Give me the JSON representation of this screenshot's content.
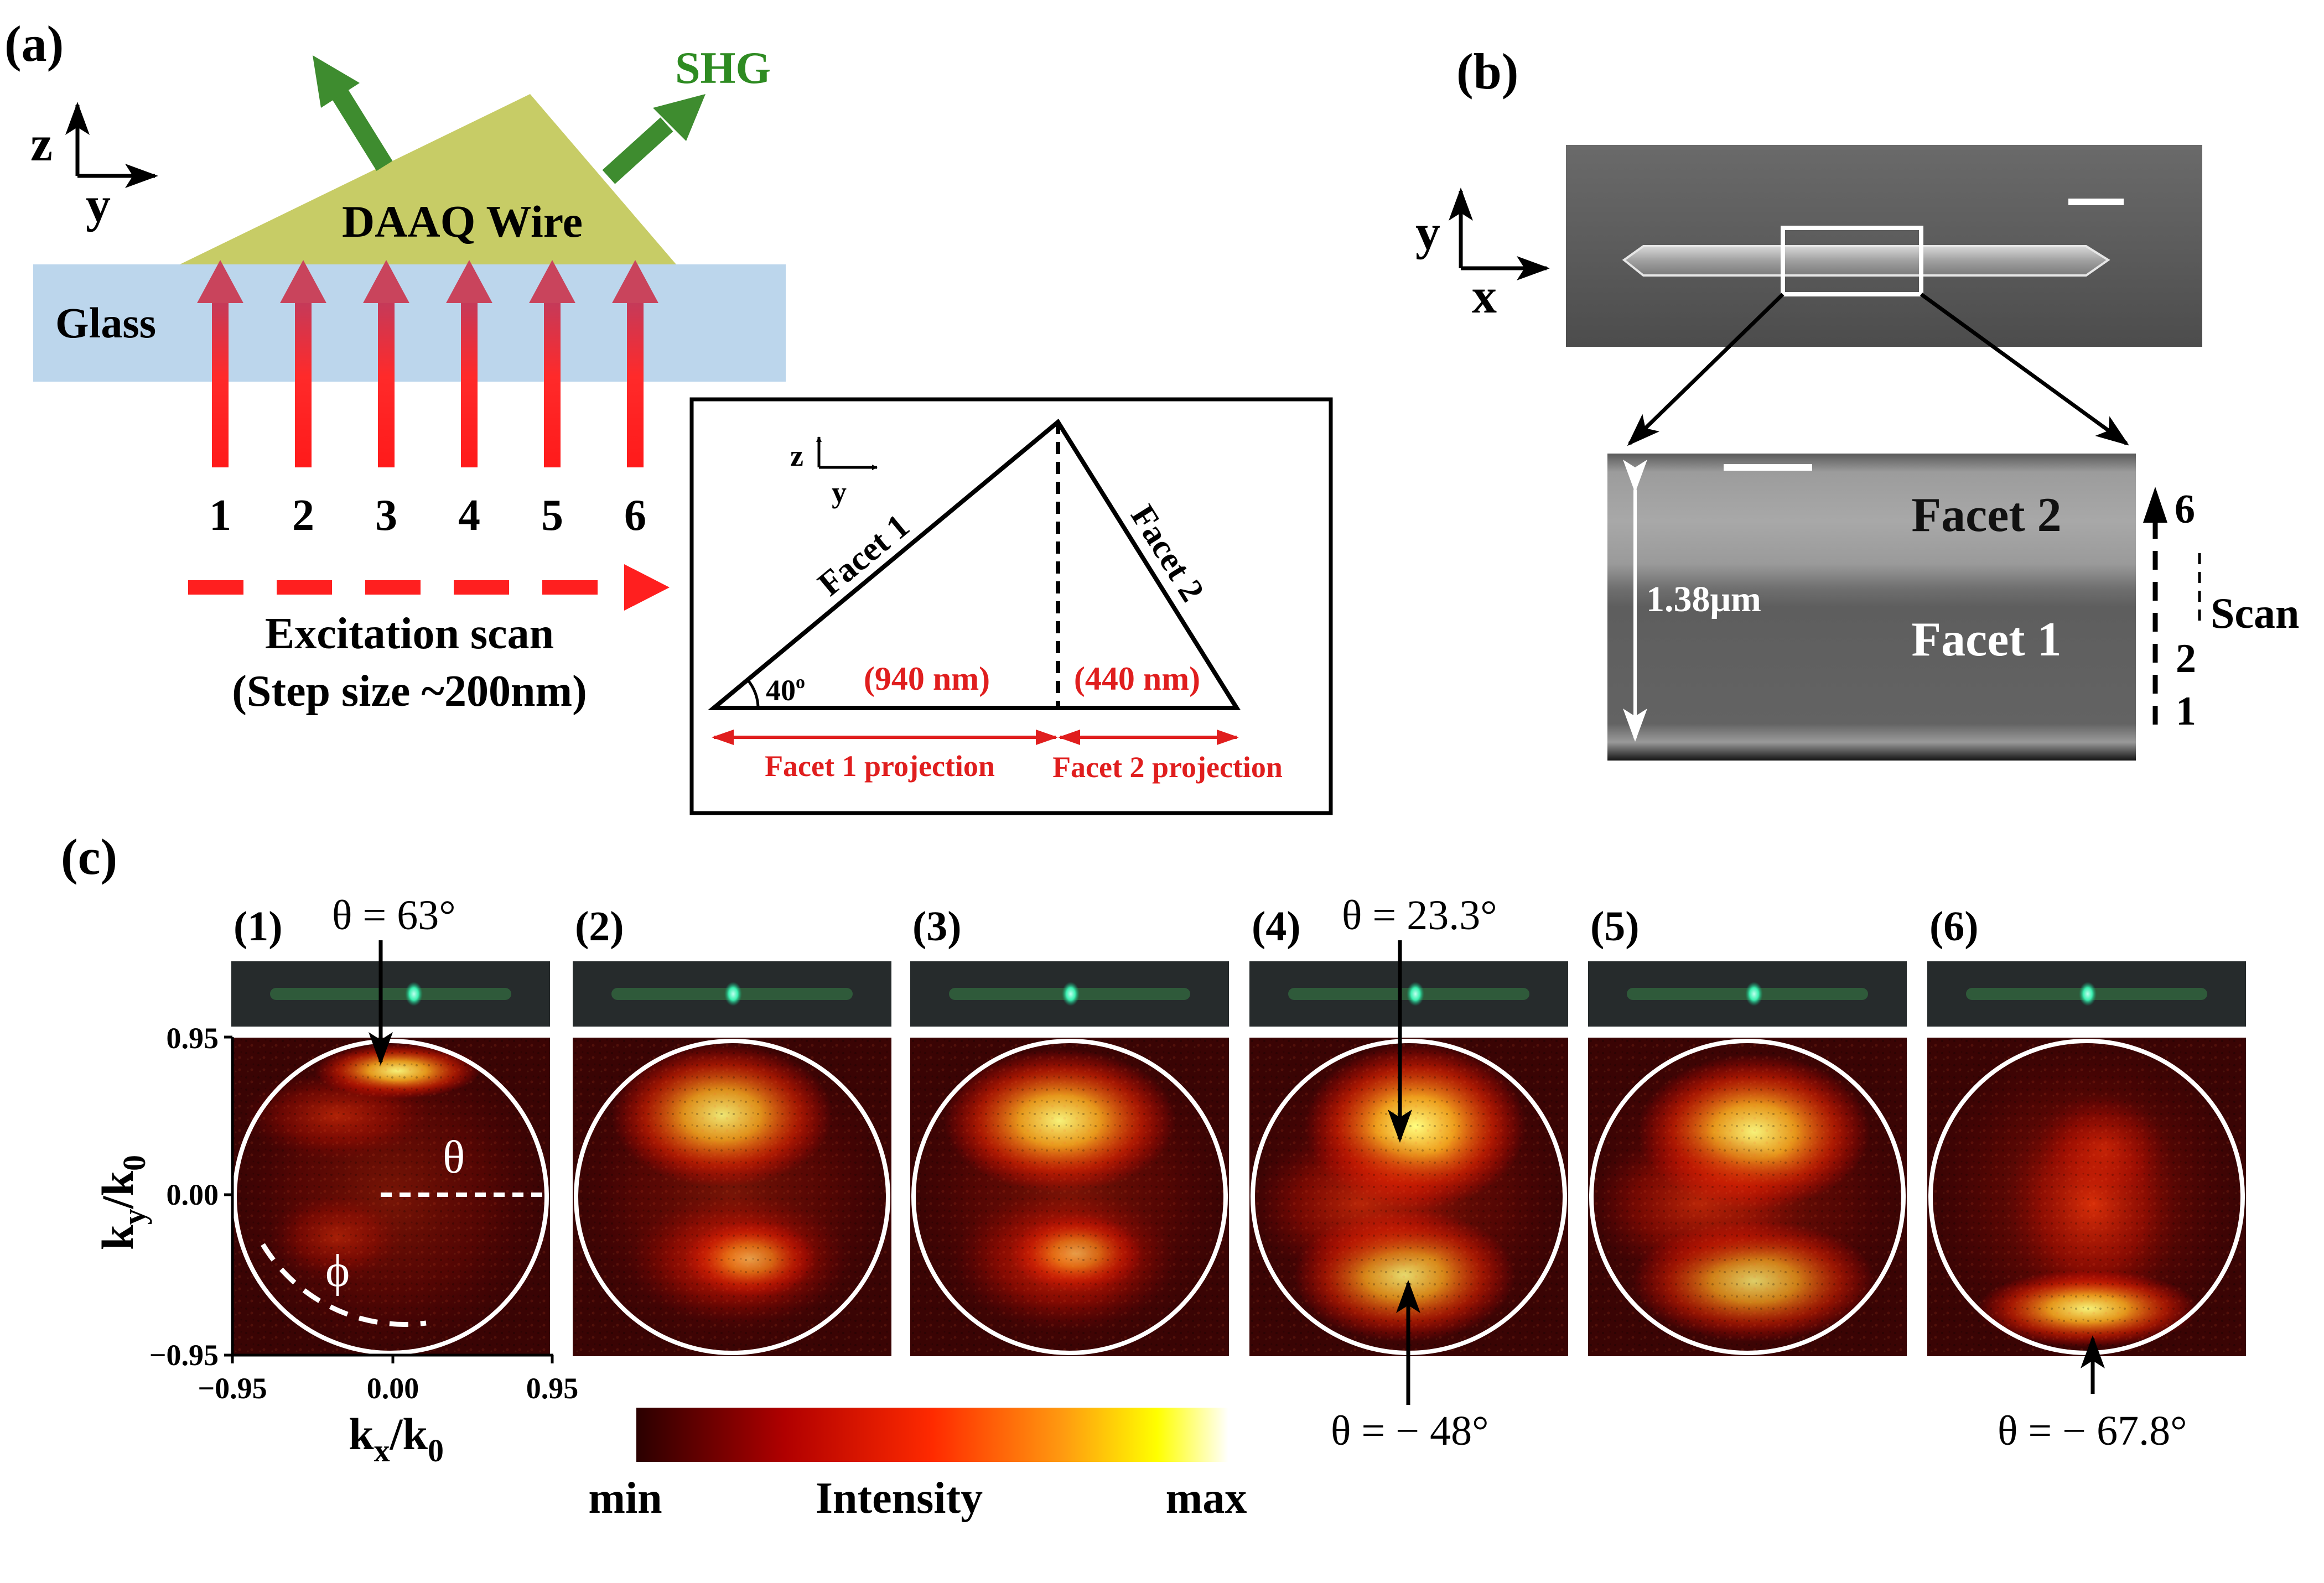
{
  "panel_labels": {
    "a": "(a)",
    "b": "(b)",
    "c": "(c)"
  },
  "panel_a": {
    "axis_z": "z",
    "axis_y": "y",
    "emission_label": "SHG",
    "wire_label": "DAAQ Wire",
    "substrate_label": "Glass",
    "positions": [
      "1",
      "2",
      "3",
      "4",
      "5",
      "6"
    ],
    "scan_line1": "Excitation scan",
    "scan_line2": "(Step size ~200nm)",
    "inset": {
      "axis_z": "z",
      "axis_y": "y",
      "facet1": "Facet 1",
      "facet2": "Facet 2",
      "angle_value": "40",
      "angle_sup": "o",
      "len1": "(940 nm)",
      "len2": "(440 nm)",
      "proj1": "Facet 1 projection",
      "proj2": "Facet 2 projection"
    }
  },
  "panel_b": {
    "axis_y": "y",
    "axis_x": "x",
    "facet2": "Facet 2",
    "facet1": "Facet 1",
    "width": "1.38μm",
    "scan_label": "Scan",
    "scan_marks": [
      "6",
      "2",
      "1"
    ]
  },
  "panel_c": {
    "subpanels": [
      "(1)",
      "(2)",
      "(3)",
      "(4)",
      "(5)",
      "(6)"
    ],
    "theta_annotations": [
      "θ = 63°",
      "θ = 23.3°",
      "θ = − 48°",
      "θ = − 67.8°"
    ],
    "theta_symbol": "θ",
    "phi_symbol": "ϕ",
    "ylabel_main": "k",
    "ylabel_sub": "y",
    "ylabel_tail": "/k",
    "ylabel_tail_sub": "0",
    "xlabel_main": "k",
    "xlabel_sub": "x",
    "xlabel_tail": "/k",
    "xlabel_tail_sub": "0",
    "yticks": [
      "0.95",
      "0.00",
      "−0.95"
    ],
    "xticks": [
      "−0.95",
      "0.00",
      "0.95"
    ],
    "colorbar": {
      "min": "min",
      "label": "Intensity",
      "max": "max"
    }
  },
  "colors": {
    "wire": "#c7cc66",
    "glass": "#bcd6ec",
    "arrow_excitation": "#ff1f1f",
    "arrow_shg": "#3e8c2f",
    "label_red": "#e01e1e",
    "label_green": "#2e8b22"
  }
}
